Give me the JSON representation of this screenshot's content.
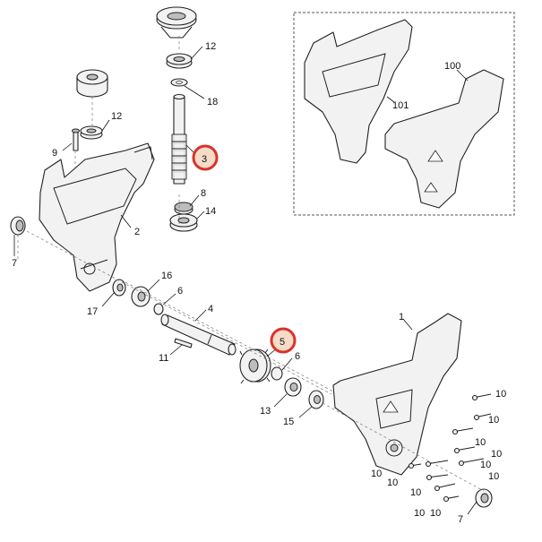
{
  "highlight_color": "#d9322b",
  "highlight_fill": "#f6dcc8",
  "labels": {
    "p12a": "12",
    "p18": "18",
    "p3": "3",
    "p12b": "12",
    "p9": "9",
    "p8": "8",
    "p14": "14",
    "p2": "2",
    "p7a": "7",
    "p16": "16",
    "p6a": "6",
    "p17": "17",
    "p4": "4",
    "p11": "11",
    "p5": "5",
    "p6b": "6",
    "p13": "13",
    "p15": "15",
    "p1": "1",
    "p100": "100",
    "p101": "101",
    "p10a": "10",
    "p10b": "10",
    "p10c": "10",
    "p10d": "10",
    "p10e": "10",
    "p10f": "10",
    "p10g": "10",
    "p10h": "10",
    "p10i": "10",
    "p10j": "10",
    "p10k": "10",
    "p7b": "7"
  },
  "icons": {
    "warning": "warning-triangle-icon"
  }
}
